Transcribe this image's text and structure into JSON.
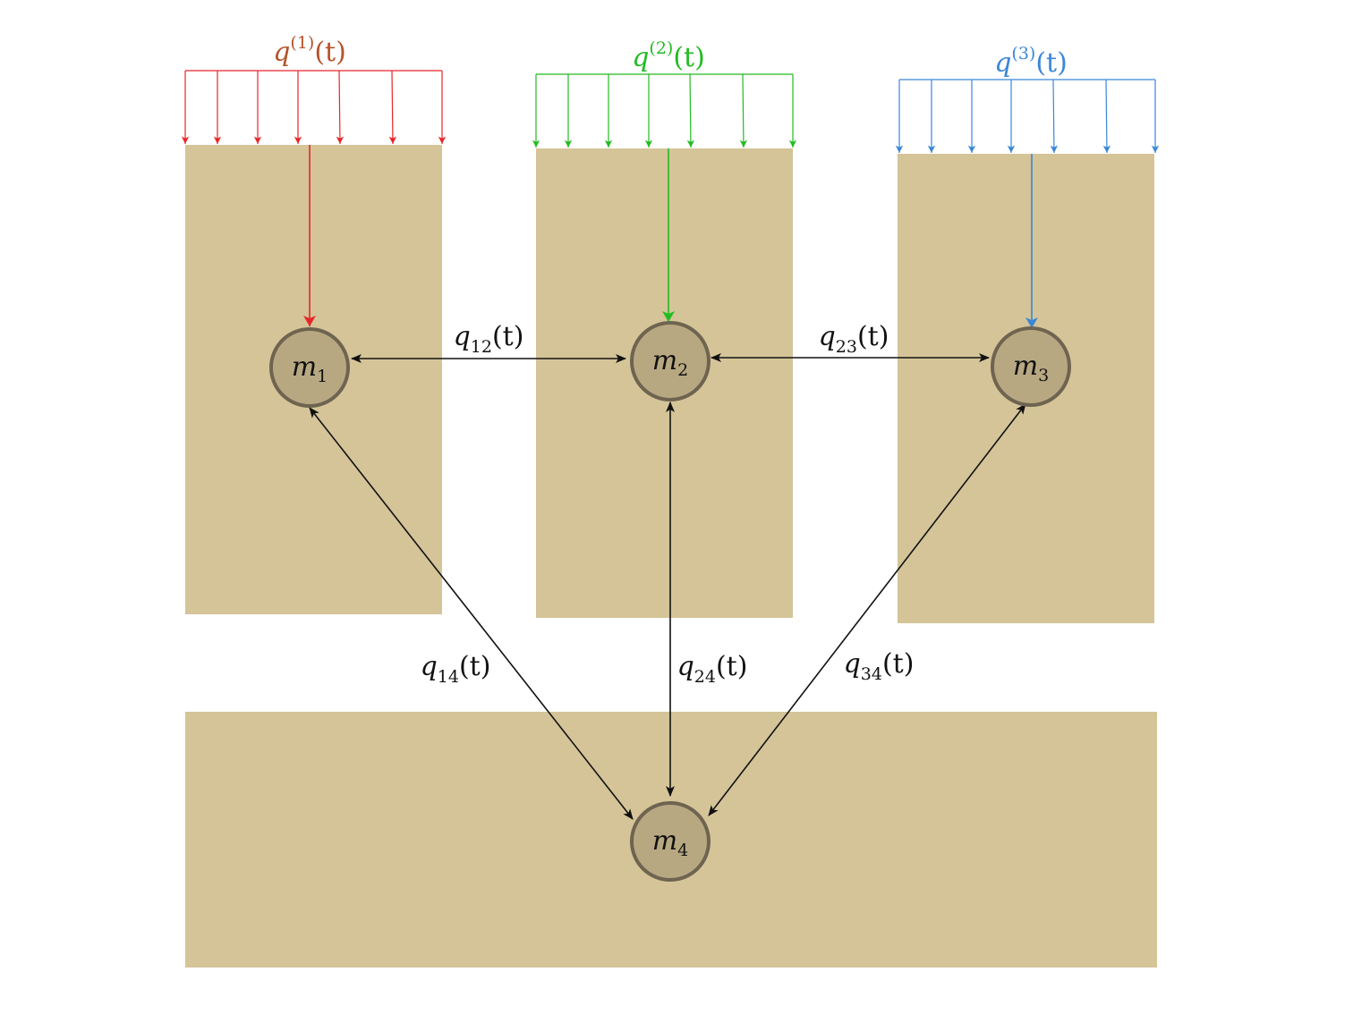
{
  "colors": {
    "block": "#d4c498",
    "node_fill": "#b8a882",
    "node_stroke": "#6e6450",
    "edge": "#111111",
    "load1_arrows": "#e8262a",
    "load1_label": "#b5532a",
    "load2": "#22bb22",
    "load3": "#3a87d8"
  },
  "loads": [
    {
      "id": "load1",
      "symbol": "q",
      "superscript": "(1)",
      "arg": "(t)"
    },
    {
      "id": "load2",
      "symbol": "q",
      "superscript": "(2)",
      "arg": "(t)"
    },
    {
      "id": "load3",
      "symbol": "q",
      "superscript": "(3)",
      "arg": "(t)"
    }
  ],
  "nodes": [
    {
      "id": "m1",
      "symbol": "m",
      "subscript": "1"
    },
    {
      "id": "m2",
      "symbol": "m",
      "subscript": "2"
    },
    {
      "id": "m3",
      "symbol": "m",
      "subscript": "3"
    },
    {
      "id": "m4",
      "symbol": "m",
      "subscript": "4"
    }
  ],
  "edges": [
    {
      "id": "q12",
      "from": "m1",
      "to": "m2",
      "symbol": "q",
      "subscript": "12",
      "arg": "(t)"
    },
    {
      "id": "q23",
      "from": "m2",
      "to": "m3",
      "symbol": "q",
      "subscript": "23",
      "arg": "(t)"
    },
    {
      "id": "q14",
      "from": "m1",
      "to": "m4",
      "symbol": "q",
      "subscript": "14",
      "arg": "(t)"
    },
    {
      "id": "q24",
      "from": "m2",
      "to": "m4",
      "symbol": "q",
      "subscript": "24",
      "arg": "(t)"
    },
    {
      "id": "q34",
      "from": "m3",
      "to": "m4",
      "symbol": "q",
      "subscript": "34",
      "arg": "(t)"
    }
  ]
}
